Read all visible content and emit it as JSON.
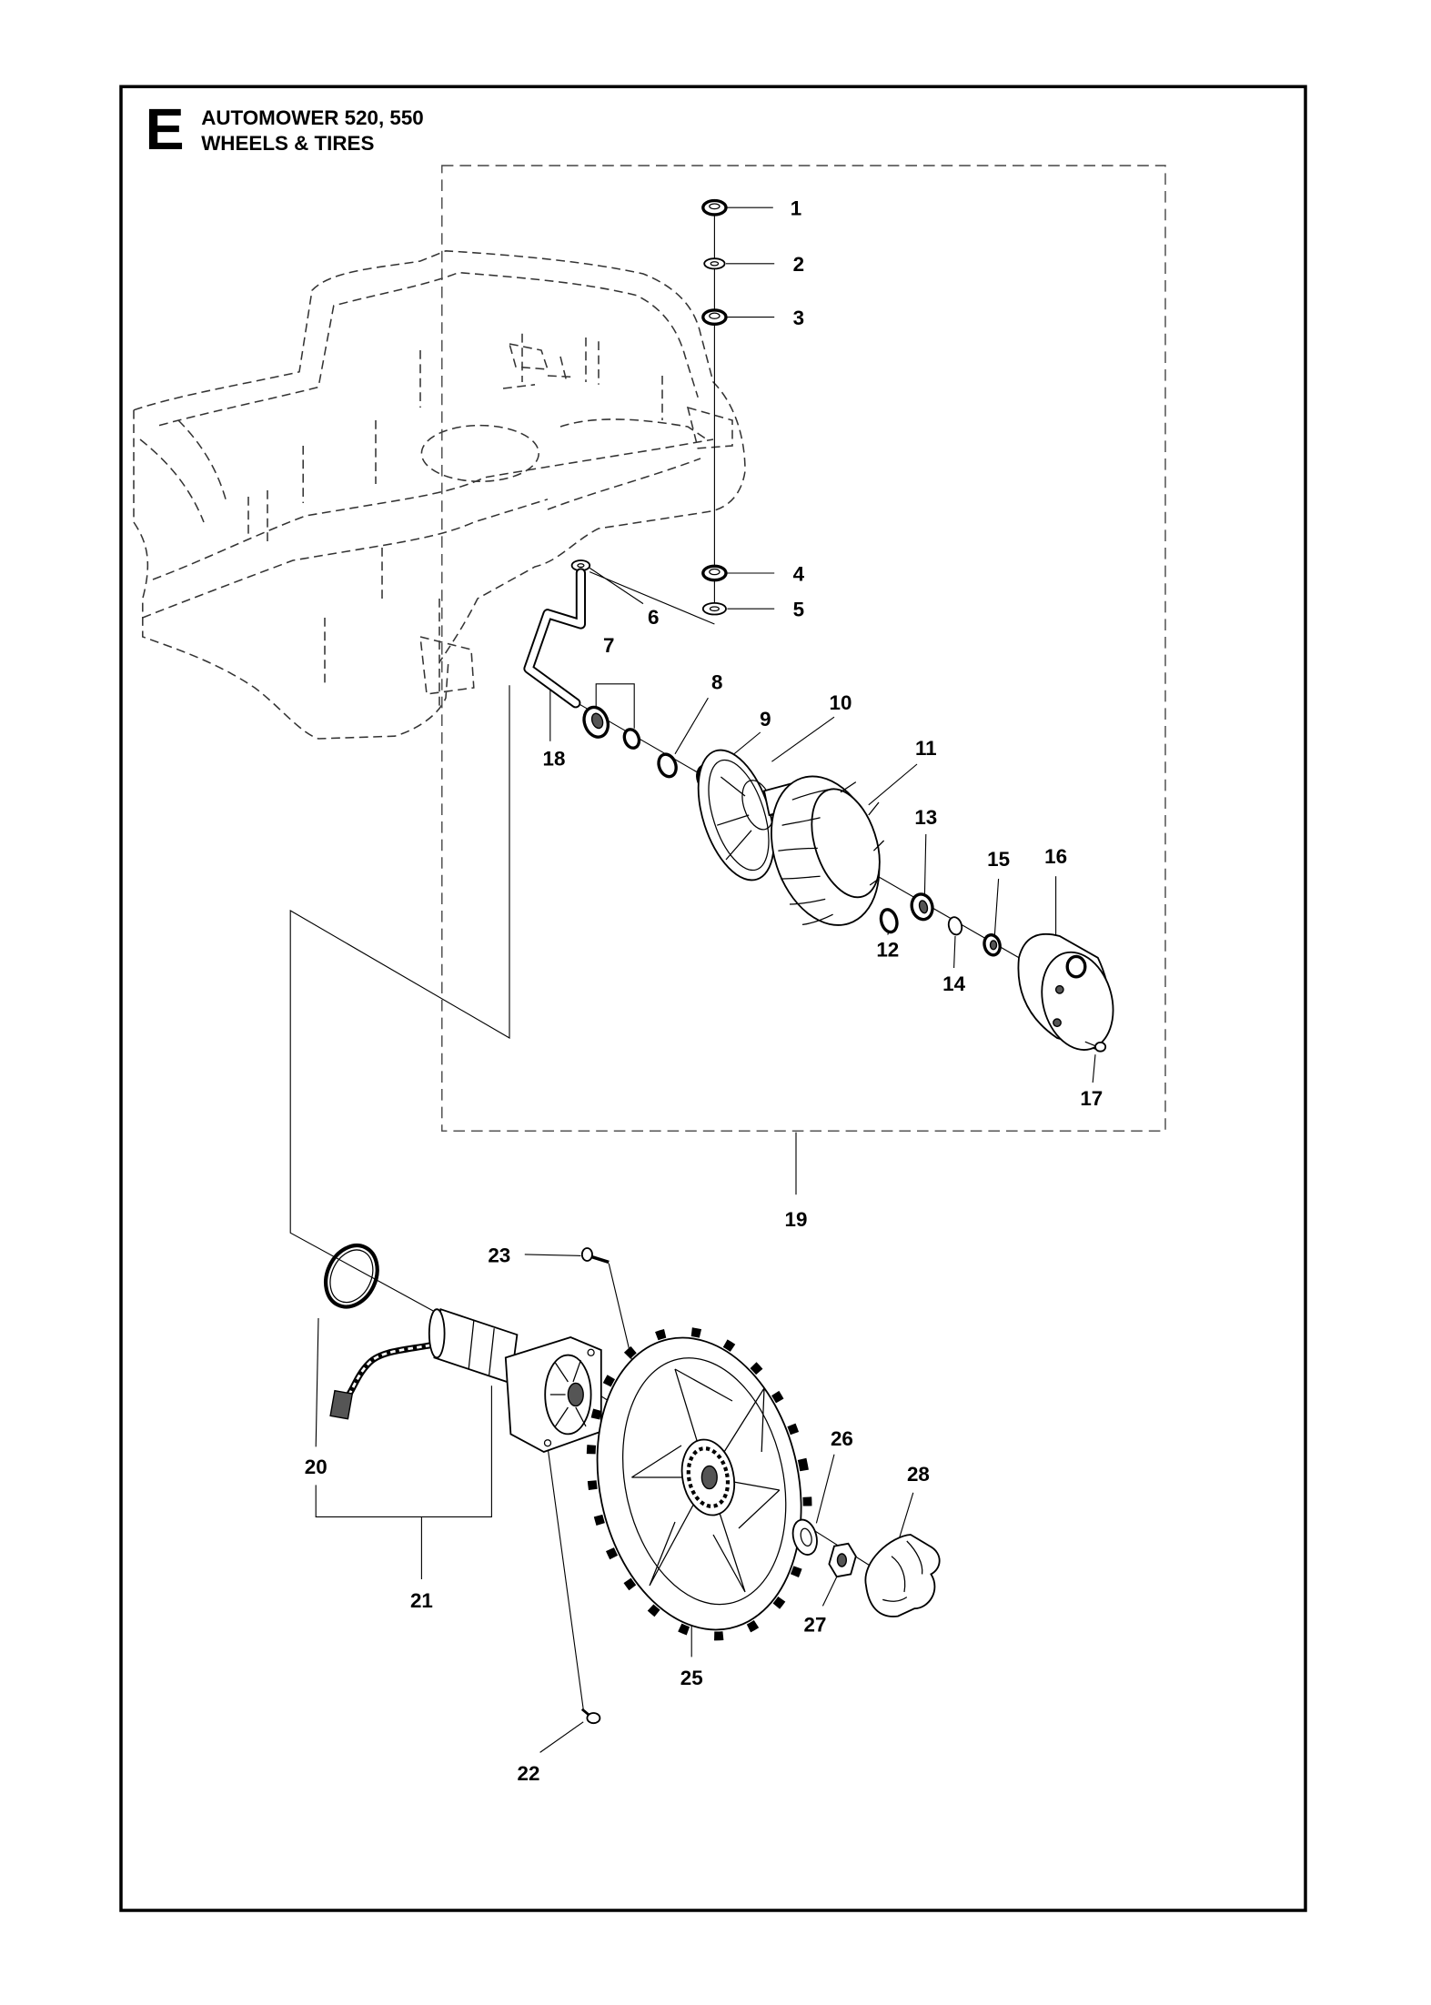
{
  "header": {
    "section_letter": "E",
    "title_line1": "AUTOMOWER 520, 550",
    "title_line2": "WHEELS & TIRES"
  },
  "callouts": [
    "1",
    "2",
    "3",
    "4",
    "5",
    "6",
    "7",
    "8",
    "9",
    "10",
    "11",
    "12",
    "13",
    "14",
    "15",
    "16",
    "17",
    "18",
    "19",
    "20",
    "21",
    "22",
    "23",
    "25",
    "26",
    "27",
    "28"
  ]
}
